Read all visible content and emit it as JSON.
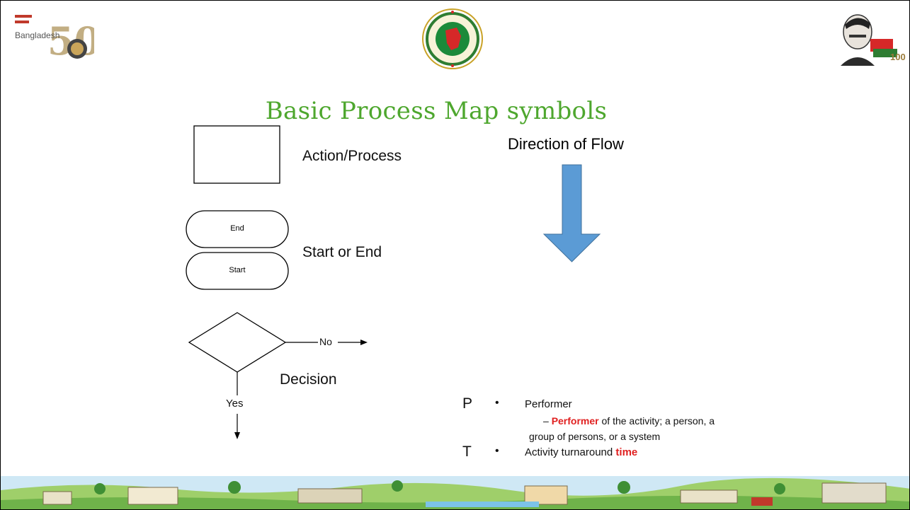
{
  "header": {
    "left_logo_text_1": "Bangladesh",
    "left_logo_text_2": "50",
    "right_logo_text": "100"
  },
  "slide": {
    "title": "Basic Process Map symbols",
    "symbols": {
      "action_label": "Action/Process",
      "start_end_label": "Start or End",
      "end_text": "End",
      "start_text": "Start",
      "decision_label": "Decision",
      "no_label": "No",
      "yes_label": "Yes"
    },
    "flow": {
      "title": "Direction of Flow",
      "arrow_color": "#5b9bd5"
    },
    "legend": {
      "p_letter": "P",
      "p_bullet": "•",
      "p_title": "Performer",
      "p_dash": "–",
      "p_detail_bold": "Performer",
      "p_detail_rest": " of the activity; a person, a",
      "p_detail_line2": "group of persons, or a system",
      "t_letter": "T",
      "t_bullet": "•",
      "t_text": "Activity turnaround ",
      "t_bold": "time"
    }
  },
  "colors": {
    "title_green": "#4ea72e",
    "accent_red": "#e02020",
    "banner_sky": "#cfe8f5"
  }
}
